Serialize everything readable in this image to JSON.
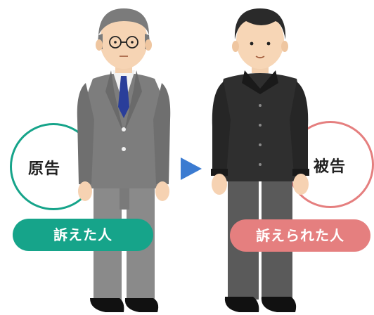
{
  "plaintiff": {
    "label": "原告",
    "role": "訴えた人",
    "color": "#16a48a"
  },
  "defendant": {
    "label": "被告",
    "role": "訴えられた人",
    "color": "#e57f7f"
  },
  "arrow": {
    "direction": "right",
    "color": "#3b7bd1"
  }
}
